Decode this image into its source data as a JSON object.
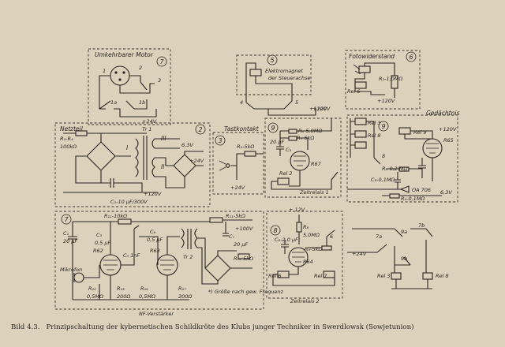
{
  "blocks": {
    "motor": {
      "number": "7",
      "title": "Umkehrbarer Motor",
      "terminals": [
        "1",
        "2",
        "3",
        "1a",
        "1b"
      ],
      "supply": "+24V"
    },
    "electromagnet": {
      "number": "5",
      "title_line1": "Elektromagnet",
      "title_line2": "der Steuerachse",
      "contacts": [
        "4",
        "5"
      ],
      "supply": "+120V"
    },
    "photoresistor": {
      "number": "6",
      "title": "Fotowiderstand",
      "resistor": "R₂-1,0MΩ",
      "relay": "Rel 6",
      "supply": "+120V"
    },
    "power_supply": {
      "number": "2",
      "title": "Netzteil",
      "r1": "R₁-R₄",
      "r1_value": "100kΩ",
      "transformer": "Tr 1",
      "windings": [
        "I",
        "II",
        "III"
      ],
      "v_out_ac": "6,3V",
      "v_out_dc": "+24V",
      "v_out_hv": "+120V",
      "cap": "C₁-10 µF/300V"
    },
    "touch_contact": {
      "number": "3",
      "title": "Tastkontakt",
      "resistor": "R₅-5kΩ",
      "supply": "+24V"
    },
    "timer1": {
      "number": "9",
      "r6": "R₆-5,0MΩ",
      "r5": "R₅-5kΩ",
      "cap": "20 µF",
      "cap_label": "C₃",
      "tube": "R67",
      "relay": "Rel 2",
      "title": "Zeitrelais 1",
      "supply": "+120V"
    },
    "memory": {
      "number": "9",
      "title": "Gedächtnis",
      "relays": [
        "Rel 3",
        "Rel 8",
        "Rel 9"
      ],
      "supply": "+120V",
      "tube": "R65",
      "r8": "R₈-0,2 MΩ",
      "c8": "C₈-0,1MΩ",
      "diode": "OA 706",
      "r9": "R₉-0,1MΩ",
      "ac": "6,3V",
      "contact": "8"
    },
    "amplifier": {
      "number": "7",
      "r": "R₁₁-10kΩ",
      "c1": "C₁",
      "c1_value": "20 µF",
      "c2": "C₃",
      "c2_value": "0,5 µF",
      "c3": "C₅ 1nF",
      "c4": "C₆",
      "c4_value": "0,5 µF",
      "tubes": [
        "R62",
        "R63"
      ],
      "transformer": "Tr 2",
      "r_a": "R₁₁-5kΩ",
      "supply": "+100V",
      "c5": "C₇",
      "c5_value": "20 µF",
      "r_b": "R₁₂-5kΩ",
      "r_c": "R₁₀",
      "r_c_value": "0,5MΩ",
      "r_d": "R₁₃",
      "r_d_value": "200Ω",
      "r_e": "R₁₆",
      "r_e_value": "0,5MΩ",
      "r_f": "R₁₇",
      "r_f_value": "200Ω",
      "microphone": "Mikrofon",
      "title": "NF-Verstärker",
      "note": "*) Größe nach gew. Frequenz"
    },
    "timer2": {
      "number": "8",
      "supply": "+ 12V",
      "r8": "R₈",
      "r8_value": "5,0MΩ",
      "cap": "C₈-2,0 µF",
      "r9": "R₉-5kΩ",
      "tube": "R64",
      "contact": "6",
      "relays": [
        "Rel 6",
        "Rel 7"
      ],
      "title": "Zeitrelais 2"
    },
    "logic": {
      "contacts": [
        "7a",
        "9a",
        "7b",
        "9b"
      ],
      "supply": "+24V",
      "relays": [
        "Rel 3",
        "Rel 8"
      ]
    }
  },
  "caption": {
    "figure": "Bild 4.3.",
    "text": "Prinzipschaltung der kybernetischen Schildkröte des Klubs junger Techniker in Swerdlowsk (Sowjetunion)"
  }
}
